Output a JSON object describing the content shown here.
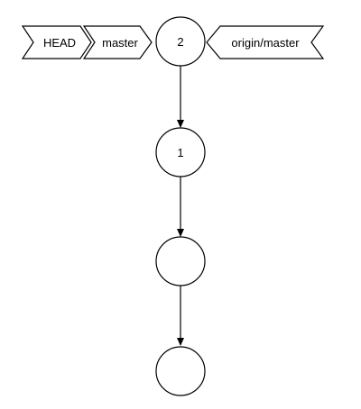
{
  "tags": {
    "head": "HEAD",
    "master": "master",
    "origin_master": "origin/master"
  },
  "commits": [
    {
      "label": "2"
    },
    {
      "label": "1"
    },
    {
      "label": ""
    },
    {
      "label": ""
    }
  ],
  "edges": [
    {
      "from": 0,
      "to": 1
    },
    {
      "from": 1,
      "to": 2
    },
    {
      "from": 2,
      "to": 3
    }
  ]
}
